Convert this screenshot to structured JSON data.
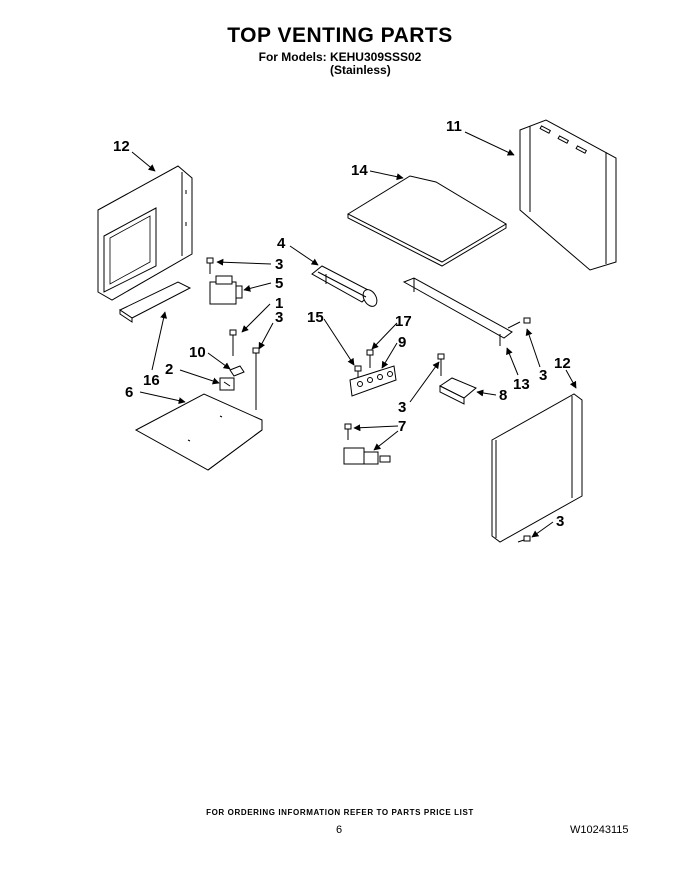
{
  "header": {
    "title": "TOP VENTING PARTS",
    "models_line": "For Models: KEHU309SSS02",
    "variant_line": "(Stainless)"
  },
  "callouts": {
    "c12a": "12",
    "c11": "11",
    "c14": "14",
    "c4": "4",
    "c3a": "3",
    "c5": "5",
    "c1": "1",
    "c3b": "3",
    "c15": "15",
    "c17": "17",
    "c9": "9",
    "c10": "10",
    "c2": "2",
    "c16": "16",
    "c6": "6",
    "c13": "13",
    "c3c": "3",
    "c12b": "12",
    "c8": "8",
    "c3d": "3",
    "c7": "7",
    "c3e": "3"
  },
  "footer": {
    "ordering_note": "FOR ORDERING INFORMATION REFER TO PARTS PRICE LIST",
    "page_number": "6",
    "document_number": "W10243115"
  }
}
